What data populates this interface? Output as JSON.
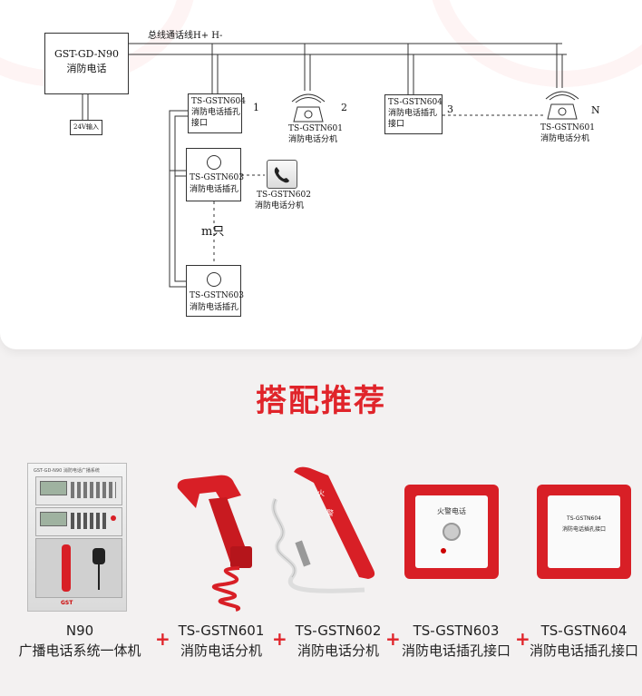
{
  "diagram": {
    "bus_label": "总线通话线H+ H-",
    "host": {
      "model": "GST-GD-N90",
      "name": "消防电话"
    },
    "power_input": "24V输入",
    "nodes": [
      {
        "id": "1",
        "model": "TS-GSTN604",
        "line2": "消防电话插孔",
        "line3": "接口"
      },
      {
        "id": "2",
        "model": "TS-GSTN601",
        "line2": "消防电话分机"
      },
      {
        "id": "3",
        "model": "TS-GSTN604",
        "line2": "消防电话插孔",
        "line3": "接口"
      },
      {
        "id": "N",
        "model": "TS-GSTN601",
        "line2": "消防电话分机"
      }
    ],
    "socket_top": {
      "model": "TS-GSTN603",
      "name": "消防电话插孔"
    },
    "socket_bottom": {
      "model": "TS-GSTN603",
      "name": "消防电话插孔"
    },
    "portable": {
      "model": "TS-GSTN602",
      "name": "消防电话分机"
    },
    "m_label": "m只"
  },
  "section_title": "搭配推荐",
  "products": [
    {
      "model": "N90",
      "name": "广播电话系统一体机"
    },
    {
      "model": "TS-GSTN601",
      "name": "消防电话分机"
    },
    {
      "model": "TS-GSTN602",
      "name": "消防电话分机"
    },
    {
      "model": "TS-GSTN603",
      "name": "消防电话插孔接口"
    },
    {
      "model": "TS-GSTN604",
      "name": "消防电话插孔接口"
    }
  ],
  "plus_sign": "+",
  "product_images": {
    "n90_header": "GST-GD-N90 消防电话广播系统",
    "n90_brand": "GST",
    "n603_label": "火警电话",
    "n604_model": "TS-GSTN604",
    "n604_label": "消防电话插孔接口",
    "n602_text1": "火",
    "n602_text2": "警"
  },
  "colors": {
    "accent": "#e0242a",
    "product_red": "#d81f26"
  }
}
